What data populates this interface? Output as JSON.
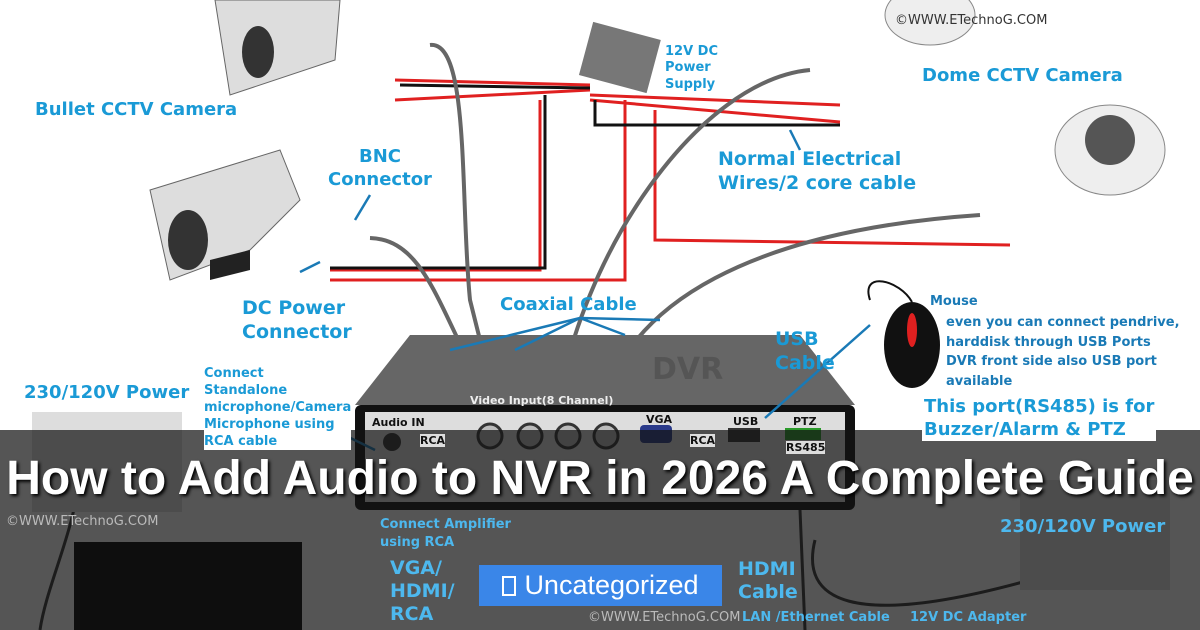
{
  "diagram": {
    "watermark": "©WWW.ETechnoG.COM",
    "power_supply": "12V DC\nPower\nSupply",
    "dome_camera": "Dome CCTV Camera",
    "bullet_camera": "Bullet CCTV Camera",
    "bnc_connector": "BNC\nConnector",
    "electrical_wires": "Normal Electrical\nWires/2 core cable",
    "dc_power_connector": "DC Power\nConnector",
    "coaxial_cable": "Coaxial Cable",
    "usb_cable": "USB\nCable",
    "dvr": "DVR",
    "mouse": "Mouse",
    "mouse_note": "even you can connect pendrive,\nharddisk through USB Ports\nDVR front side also USB port\navailable",
    "mains_power": "230/120V Power",
    "rs485_note": "This port(RS485) is for\nBuzzer/Alarm & PTZ",
    "mic_note": "Connect\nStandalone\nmicrophone/Camera\nMicrophone using\nRCA cable",
    "audio_in": "Audio IN",
    "rca_left": "RCA",
    "video_input": "Video Input(8 Channel)",
    "vga": "VGA",
    "usb": "USB",
    "ptz": "PTZ",
    "rs485": "RS485",
    "rca_right": "RCA",
    "amplifier_note": "Connect Amplifier\nusing RCA",
    "display_cable": "VGA/\nHDMI/\nRCA",
    "hdmi_cable": "HDMI\nCable",
    "lan_cable": "LAN /Ethernet Cable",
    "dc_adapter": "12V DC Adapter",
    "right_power": "230/120V Power"
  },
  "post": {
    "title": "How to Add Audio to NVR in 2026 A Complete Guide",
    "category": "Uncategorized",
    "category_icon": "folder-icon"
  },
  "colors": {
    "overlay": "#141414",
    "badge": "#3a86e8",
    "label": "#1a9ad6"
  }
}
